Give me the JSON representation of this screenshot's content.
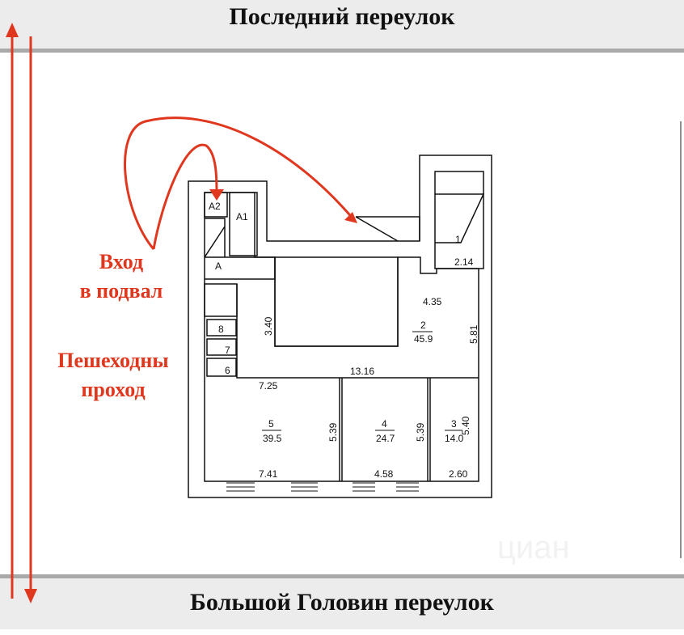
{
  "streets": {
    "top": "Последний переулок",
    "bottom": "Большой Головин переулок"
  },
  "annotations": {
    "entrance_line1": "Вход",
    "entrance_line2": "в подвал",
    "passage_line1": "Пешеходны",
    "passage_line2": "проход"
  },
  "rooms": {
    "a2": "А2",
    "a1": "А1",
    "a": "А",
    "r1": "1",
    "r2_num": "2",
    "r2_area": "45.9",
    "r3_num": "3",
    "r3_area": "14.0",
    "r4_num": "4",
    "r4_area": "24.7",
    "r5_num": "5",
    "r5_area": "39.5",
    "r6": "6",
    "r7": "7",
    "r8": "8"
  },
  "dimensions": {
    "d214": "2.14",
    "d435": "4.35",
    "d340": "3.40",
    "d581": "5.81",
    "d1316": "13.16",
    "d725": "7.25",
    "d539a": "5.39",
    "d539b": "5.39",
    "d540": "5.40",
    "d741": "7.41",
    "d458": "4.58",
    "d260": "2.60"
  },
  "watermark": "циан",
  "colors": {
    "accent": "#e0371f",
    "band": "#ececec"
  }
}
